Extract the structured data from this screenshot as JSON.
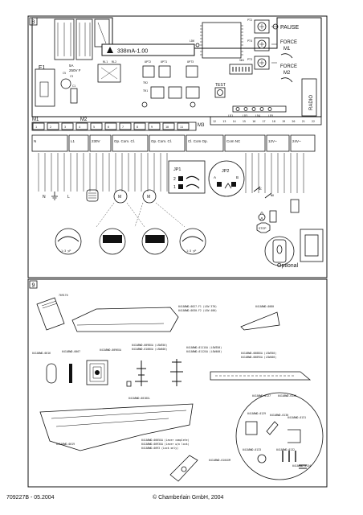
{
  "footer": {
    "doc_number": "709227B - 05.2004",
    "copyright": "© Chamberlain GmbH, 2004"
  },
  "panel1": {
    "number": "8",
    "fuse": "F1",
    "fuse_rating_1": "5A",
    "fuse_rating_2": "250V F",
    "current_label": "338mA-1.00",
    "pt2": "PT2",
    "pause": "PAUSE",
    "pt4": "PT4",
    "force_m1_a": "FORCE",
    "force_m1_b": "M1",
    "force_m2_a": "FORCE",
    "force_m2_b": "M2",
    "ld6": "LD6",
    "radio": "RADIO",
    "test": "TEST",
    "c5": "C5",
    "c3": "C3",
    "c1": "C1",
    "rl1": "RL1",
    "rl2": "RL2",
    "opt2": "OPT2",
    "opt1": "OPT1",
    "opt3": "OPT3",
    "sw1": "SW1",
    "pt3": "PT3",
    "tr1": "TR1",
    "tr2": "TR2",
    "m1": "M1",
    "m2": "M2",
    "m3": "M3",
    "ld1": "LD1",
    "ld3": "LD3",
    "ld4": "LD4",
    "ld5": "LD5",
    "term_main": [
      "1",
      "2",
      "3",
      "4",
      "5",
      "6",
      "7",
      "8",
      "9",
      "10",
      "11"
    ],
    "term_right": [
      "12",
      "13",
      "14",
      "15",
      "16",
      "17",
      "18",
      "19",
      "20",
      "21",
      "22"
    ],
    "blocks": [
      "N",
      "L1",
      "230V",
      "Op. Com. Cl.",
      "Op. Com. Cl.",
      "Cl. Com Op.",
      "Com NC",
      "12V~",
      "24V~"
    ],
    "stop": "STOP",
    "com": "Com",
    "n_label": "N",
    "l_label": "L",
    "m_label": "M",
    "jp1": "JP1",
    "jp2": "JP2",
    "jp_a": "A",
    "jp_b": "B",
    "jp_1": "1",
    "jp_2": "2",
    "ratio": "1:3 yP",
    "optional": "Optional",
    "nc": "NC",
    "no": "NO"
  },
  "panel2": {
    "number": "9",
    "parts": [
      "709170",
      "041ABWD-0027-F1 (LSW 370)",
      "041ABWD-0030-F2 (LSW 400)",
      "041ABWD-0080",
      "041ABWD-0016",
      "041ABWD-0067",
      "041ABWD-0096XA",
      "041ABWD-0098XA (LSW350)",
      "041ABWD-0100XA (LSW400)",
      "041ABWD-0111XA (LSW350)",
      "041ABWD-0112XA (LSW400)",
      "041ABWD-0088XA (LSW350)",
      "041ABWD-0089XA (LSW400)",
      "041ABWD-0018XL",
      "041ABWD-0019",
      "041ABWD-0005XA (Lever complete)",
      "041ABWD-0093XA (Lever w/o lock)",
      "041ABWD-0093 (Lock only)",
      "041ABWD-0104XM"
    ],
    "small_parts": [
      "041ABWD-0127",
      "041ABWD-0126",
      "041ABWD-0129",
      "041ABWD-0130",
      "041ABWD-0131",
      "041ABWD-0133",
      "041ABWD-0132",
      "041ABWD-0134"
    ]
  },
  "colors": {
    "line": "#111111",
    "paper": "#ffffff"
  }
}
